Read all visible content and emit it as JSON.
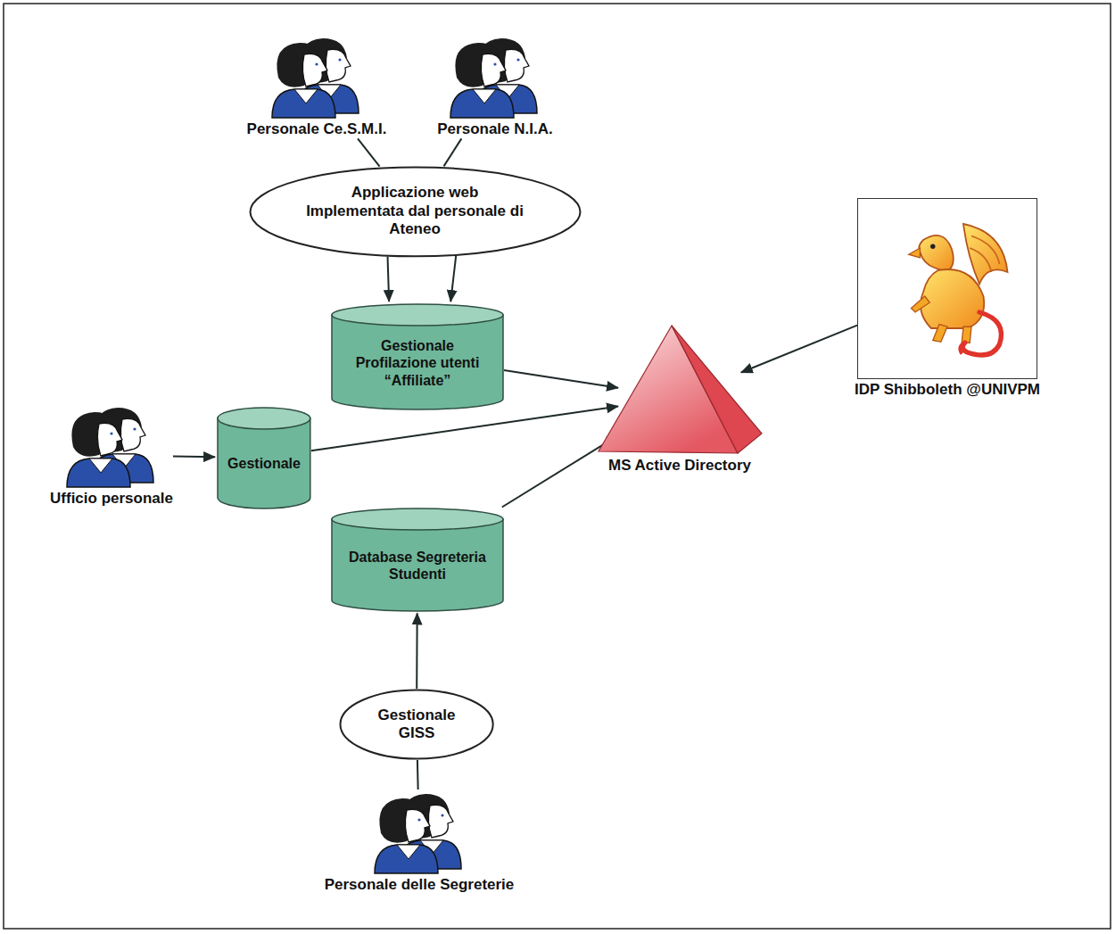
{
  "diagram": {
    "nodes": [
      {
        "text": [
          "Personale Ce.S.M.I."
        ]
      },
      {
        "text": [
          "Personale N.I.A."
        ]
      },
      {
        "text": [
          "Applicazione web Implementata dal personale di Ateneo"
        ]
      },
      {
        "text": [
          "Gestionale Profilazione utenti “Affiliate”"
        ]
      },
      {
        "text": [
          "MS Active Directory"
        ]
      },
      {
        "text": [
          "IDP Shibboleth @UNIVPM"
        ]
      },
      {
        "text": [
          "Ufficio personale"
        ]
      },
      {
        "text": [
          "Gestionale"
        ]
      },
      {
        "text": [
          "Database Segreteria Studenti"
        ]
      },
      {
        "text": [
          "Gestionale GISS"
        ]
      },
      {
        "text": [
          "Personale delle Segreterie"
        ]
      }
    ],
    "edges": [
      {
        "from": 0,
        "to": 2,
        "arrow": "none"
      },
      {
        "from": 1,
        "to": 2,
        "arrow": "none"
      },
      {
        "from": 2,
        "to": 3,
        "arrow": "to"
      },
      {
        "from": 2,
        "to": 3,
        "arrow": "to"
      },
      {
        "from": 3,
        "to": 4,
        "arrow": "to"
      },
      {
        "from": 6,
        "to": 7,
        "arrow": "to"
      },
      {
        "from": 7,
        "to": 4,
        "arrow": "to"
      },
      {
        "from": 8,
        "to": 4,
        "arrow": "to"
      },
      {
        "from": 5,
        "to": 4,
        "arrow": "to"
      },
      {
        "from": 10,
        "to": 9,
        "arrow": "none"
      },
      {
        "from": 9,
        "to": 8,
        "arrow": "to"
      }
    ]
  }
}
